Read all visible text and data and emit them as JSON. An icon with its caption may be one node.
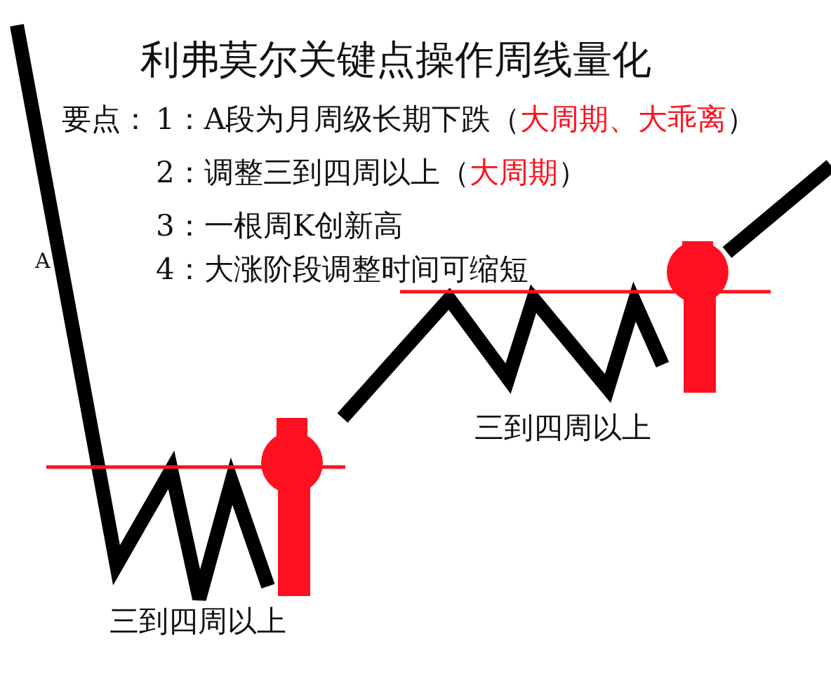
{
  "diagram": {
    "title": "利弗莫尔关键点操作周线量化",
    "labels": [
      "要点：",
      "1：A段为月周级长期下跌（**大周期、大乖离**）",
      "2：调整三到四周以上（**大周期**）",
      "3：一根周K创新高",
      "4：大涨阶段调整时间可缩短",
      "A",
      "三到四周以上",
      "三到四周以上"
    ]
  }
}
